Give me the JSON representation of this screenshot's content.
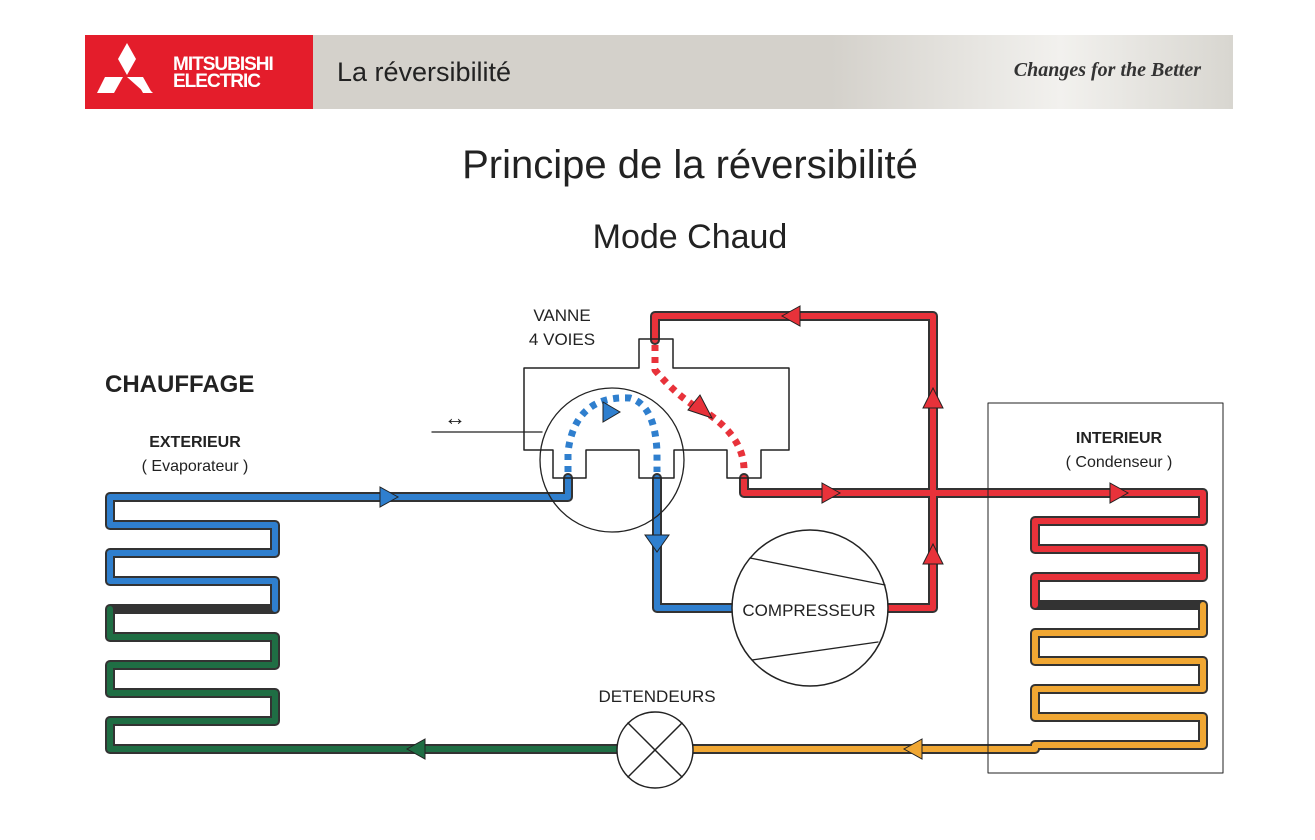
{
  "header": {
    "brand_line1": "MITSUBISHI",
    "brand_line2": "ELECTRIC",
    "section": "La réversibilité",
    "tagline": "Changes for the Better"
  },
  "title": "Principe de la réversibilité",
  "subtitle": "Mode Chaud",
  "diagram": {
    "mode_label": "CHAUFFAGE",
    "valve_line1": "VANNE",
    "valve_line2": "4 VOIES",
    "outdoor": "EXTERIEUR",
    "outdoor_role": "( Evaporateur )",
    "indoor": "INTERIEUR",
    "indoor_role": "( Condenseur )",
    "compressor": "COMPRESSEUR",
    "expansion": "DETENDEURS",
    "toggle_arrow": "↔"
  },
  "colors": {
    "brand": "#e41d2b",
    "cold": "#2f7fce",
    "hot": "#e8323a",
    "liquid": "#f0a733",
    "subcooled": "#1f6e44"
  }
}
